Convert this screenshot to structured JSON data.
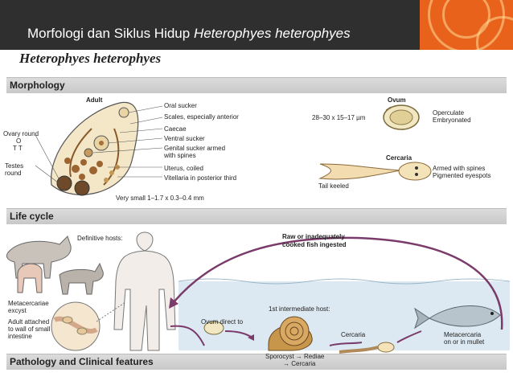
{
  "slide_title": {
    "main": "Morfologi dan Siklus Hidup ",
    "italic": "Heterophyes heterophyes"
  },
  "figure": {
    "heading": "Heterophyes heterophyes",
    "sections": {
      "morphology": "Morphology",
      "life_cycle": "Life cycle",
      "pathology": "Pathology and Clinical features"
    },
    "adult": {
      "title": "Adult",
      "labels": {
        "oral_sucker": "Oral sucker",
        "scales": "Scales, especially anterior",
        "caecae": "Caecae",
        "ventral_sucker": "Ventral sucker",
        "genital_sucker_1": "Genital sucker armed",
        "genital_sucker_2": "with spines",
        "uterus": "Uterus, coiled",
        "vitellaria": "Vitellaria in posterior third",
        "ovary_1": "Ovary round",
        "ovary_2": "O",
        "ovary_3": "T T",
        "testes_1": "Testes",
        "testes_2": "round",
        "size": "Very small 1–1.7 x 0.3–0.4 mm"
      }
    },
    "ovum": {
      "title": "Ovum",
      "size": "28–30 x 15–17 µm",
      "desc_1": "Operculate",
      "desc_2": "Embryonated"
    },
    "cercaria": {
      "title": "Cercaria",
      "tail": "Tail keeled",
      "desc_1": "Armed with spines",
      "desc_2": "Pigmented eyespots"
    },
    "life_cycle": {
      "definitive_hosts": "Definitive hosts:",
      "raw_fish_1": "Raw or inadequately",
      "raw_fish_2": "cooked fish ingested",
      "meta_excyst_1": "Metacercariae",
      "meta_excyst_2": "excyst",
      "adult_attached_1": "Adult attached",
      "adult_attached_2": "to wall of small",
      "adult_attached_3": "intestine",
      "ovum_direct": "Ovum direct to",
      "first_host": "1st intermediate host:",
      "sporocyst": "Sporocyst → Rediae",
      "to_cercaria": "→ Cercaria",
      "cercaria": "Cercaria",
      "metacercaria_1": "Metacercaria",
      "metacercaria_2": "on or in mullet"
    }
  },
  "colors": {
    "title_bar": "#2f2f2f",
    "accent_orange": "#e8621c",
    "section_band": "#d0d0d0",
    "arrow": "#7a3a6a",
    "water": "#dde9f2"
  }
}
